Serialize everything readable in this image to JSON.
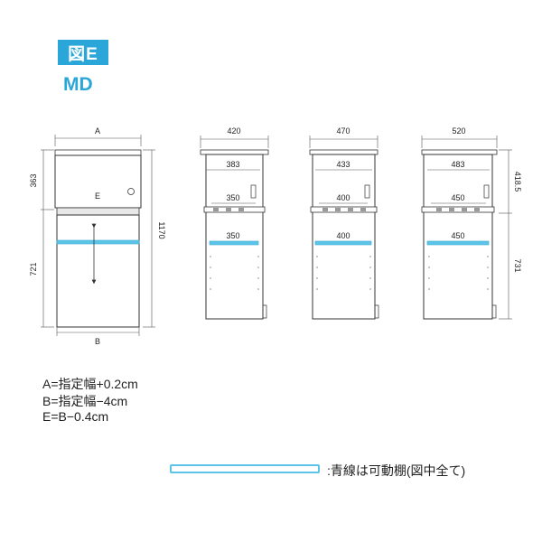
{
  "header": {
    "badge": "図E",
    "model": "MD"
  },
  "front": {
    "label_a": "A",
    "label_b": "B",
    "label_e": "E",
    "upper_h": "363",
    "lower_h": "721",
    "total_h": "1170"
  },
  "side_views": [
    {
      "top": "420",
      "inner": "383",
      "shelf1": "350",
      "shelf2": "350"
    },
    {
      "top": "470",
      "inner": "433",
      "shelf1": "400",
      "shelf2": "400"
    },
    {
      "top": "520",
      "inner": "483",
      "shelf1": "450",
      "shelf2": "450",
      "upper_h": "418.5",
      "lower_h": "731"
    }
  ],
  "notes": [
    "A=指定幅+0.2cm",
    "B=指定幅−4cm",
    "E=B−0.4cm"
  ],
  "legend": {
    "text": ":青線は可動棚(図中全て)"
  },
  "colors": {
    "accent": "#2ba6d8",
    "shelf": "#5cc4e8"
  }
}
